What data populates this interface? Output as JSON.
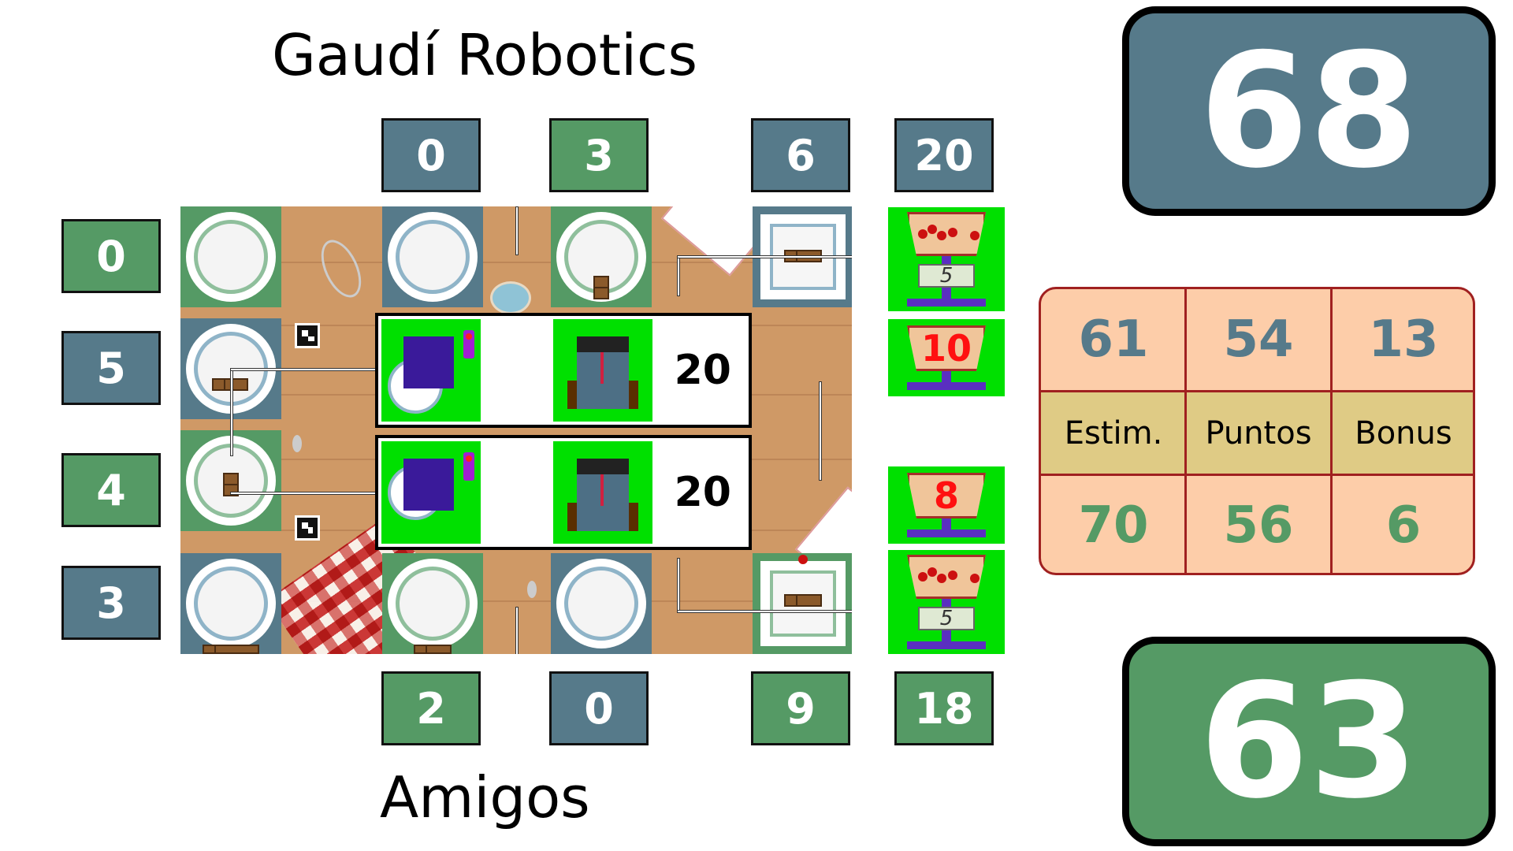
{
  "teams": {
    "top": {
      "name": "Gaudí Robotics",
      "total": "68",
      "color": "#567a8a"
    },
    "bottom": {
      "name": "Amigos",
      "total": "63",
      "color": "#559a65"
    }
  },
  "column_scores_top": [
    "0",
    "3",
    "6",
    "20"
  ],
  "column_scores_bottom": [
    "2",
    "0",
    "9",
    "18"
  ],
  "row_scores_left": [
    "0",
    "5",
    "4",
    "3"
  ],
  "robot_panels": [
    {
      "score": "20"
    },
    {
      "score": "20"
    }
  ],
  "baskets": {
    "top_scale": "5",
    "top_count": "10",
    "bottom_count": "8",
    "bottom_scale": "5"
  },
  "score_table": {
    "top_row": [
      "61",
      "54",
      "13"
    ],
    "labels": [
      "Estim.",
      "Puntos",
      "Bonus"
    ],
    "bottom_row": [
      "70",
      "56",
      "6"
    ]
  }
}
